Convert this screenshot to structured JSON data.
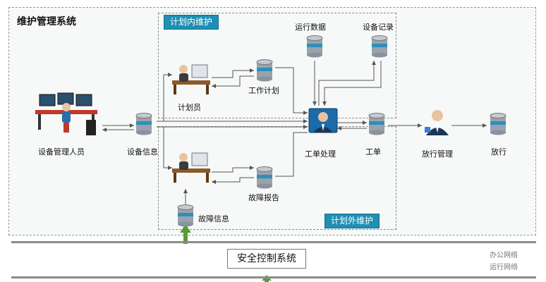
{
  "system_title": "维护管理系统",
  "zones": {
    "planned": "计划内维护",
    "unplanned": "计划外维护"
  },
  "nodes": {
    "equipment_manager": "设备管理人员",
    "equipment_info": "设备信息",
    "planner": "计划员",
    "work_plan": "工作计划",
    "operation_data": "运行数据",
    "equipment_records": "设备记录",
    "work_order_processing": "工单处理",
    "work_order": "工单",
    "release_management": "放行管理",
    "release": "放行",
    "fault_report": "故障报告",
    "fault_info": "故障信息"
  },
  "security_system": "安全控制系统",
  "networks": {
    "office": "办公网络",
    "operation": "运行网络"
  },
  "colors": {
    "tag_bg": "#1f8fb3",
    "db_body": "#9aa2ad",
    "db_band": "#2f8fb9",
    "green_arrow": "#5a9a35"
  },
  "icons": [
    "database-icon",
    "planner-icon",
    "operator-icon",
    "workstation-icon",
    "monitor-user-icon"
  ]
}
